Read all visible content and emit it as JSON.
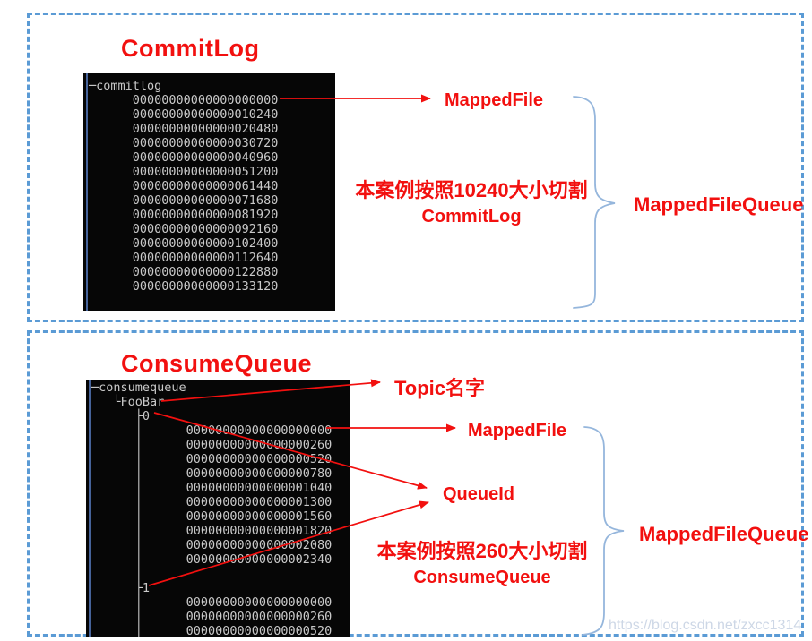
{
  "colors": {
    "accent_red": "#f2100f",
    "panel_border_blue": "#5b9bd5",
    "brace_blue": "#95b6dc",
    "terminal_bg": "#060606",
    "terminal_text": "#c9c9c9",
    "terminal_edge_blue": "#46639a",
    "watermark_gray": "#cdd7e6"
  },
  "commitlog_panel": {
    "title": "CommitLog",
    "terminal": {
      "root": "─commitlog",
      "files": [
        "00000000000000000000",
        "00000000000000010240",
        "00000000000000020480",
        "00000000000000030720",
        "00000000000000040960",
        "00000000000000051200",
        "00000000000000061440",
        "00000000000000071680",
        "00000000000000081920",
        "00000000000000092160",
        "00000000000000102400",
        "00000000000000112640",
        "00000000000000122880",
        "00000000000000133120"
      ]
    },
    "mappedfile_label": "MappedFile",
    "note_line1": "本案例按照10240大小切割",
    "note_line2": "CommitLog",
    "queue_label": "MappedFileQueue"
  },
  "consumequeue_panel": {
    "title": "ConsumeQueue",
    "terminal": {
      "root": "─consumequeue",
      "topic_dir": "FooBar",
      "queues": [
        {
          "id": "0",
          "files": [
            "00000000000000000000",
            "00000000000000000260",
            "00000000000000000520",
            "00000000000000000780",
            "00000000000000001040",
            "00000000000000001300",
            "00000000000000001560",
            "00000000000000001820",
            "00000000000000002080",
            "00000000000000002340"
          ]
        },
        {
          "id": "1",
          "files": [
            "00000000000000000000",
            "00000000000000000260",
            "00000000000000000520"
          ]
        }
      ]
    },
    "topic_label": "Topic名字",
    "mappedfile_label": "MappedFile",
    "queueid_label": "QueueId",
    "note_line1": "本案例按照260大小切割",
    "note_line2": "ConsumeQueue",
    "queue_label": "MappedFileQueue"
  },
  "watermark": "https://blog.csdn.net/zxcc1314"
}
